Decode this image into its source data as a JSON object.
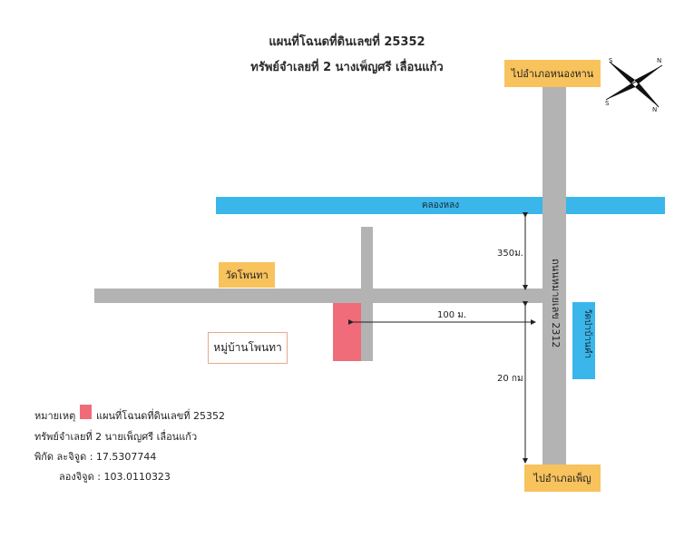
{
  "title": {
    "line1": "แผนที่โฉนดที่ดินเลขที่ 25352",
    "line2": "ทรัพย์จำเลยที่ 2 นางเพ็ญศรี  เลื่อนแก้ว"
  },
  "labels": {
    "to_nong_han": "ไปอำเภอหนองหาน",
    "to_phen": "ไปอำเภอเพ็ญ",
    "canal": "คลองหลง",
    "wat_pho": "วัดโพนทา",
    "village": "หมู่บ้านโพนทา",
    "wat_right": "วัดป่าบ้านคำ",
    "road_name": "ถนนหมายเลข 2312",
    "dist_350": "350ม.",
    "dist_100": "100 ม.",
    "dist_20": "20 กม"
  },
  "compass": {
    "letters": [
      "S",
      "N",
      "S",
      "N"
    ]
  },
  "legend": {
    "heading": "หมายเหตุ",
    "plot_text": "แผนที่โฉนดที่ดินเลขที่ 25352",
    "line2": "ทรัพย์จำเลยที่ 2 นายเพ็ญศรี  เลื่อนแก้ว",
    "lat": "พิกัด ละจิจูด : 17.5307744",
    "lon": "ลองจิจูด : 103.0110323"
  },
  "colors": {
    "road": "#b3b3b3",
    "canal": "#3ab6ea",
    "label_box": "#f8c25c",
    "plot": "#f16c7a",
    "village_border": "#e8a98a"
  }
}
